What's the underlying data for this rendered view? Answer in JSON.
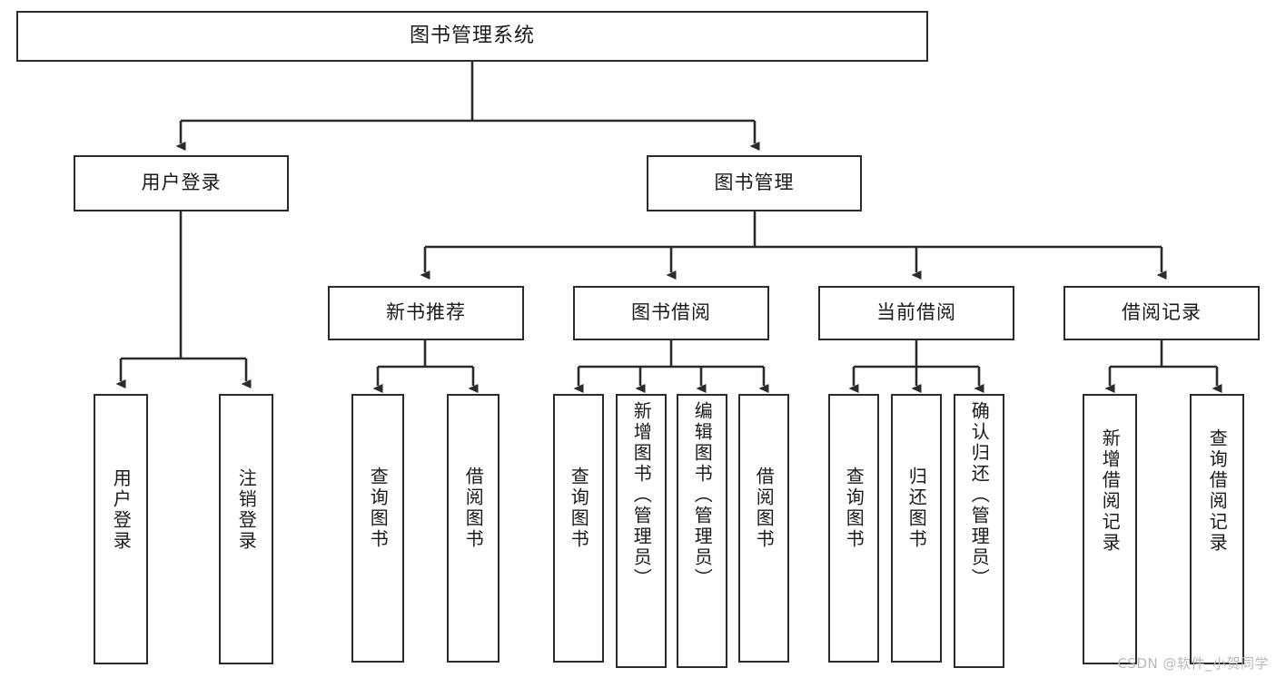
{
  "diagram": {
    "type": "tree",
    "title": "图书管理系统",
    "orientation": "top-down",
    "colors": {
      "box_border": "#2b2b2b",
      "box_fill": "#ffffff",
      "edge": "#2b2b2b",
      "text": "#1a1a1a",
      "watermark": "#b9b9b9",
      "background": "#ffffff"
    }
  },
  "nodes": {
    "root": {
      "label": "图书管理系统"
    },
    "level2": [
      {
        "id": "user-login",
        "label": "用户登录"
      },
      {
        "id": "book-manage",
        "label": "图书管理"
      }
    ],
    "level3": [
      {
        "id": "new-book-recommend",
        "label": "新书推荐"
      },
      {
        "id": "book-borrow",
        "label": "图书借阅"
      },
      {
        "id": "current-borrow",
        "label": "当前借阅"
      },
      {
        "id": "borrow-record",
        "label": "借阅记录"
      }
    ],
    "leaves": [
      {
        "id": "leaf-user-login",
        "parent": "user-login",
        "label": "用户登录"
      },
      {
        "id": "leaf-logout",
        "parent": "user-login",
        "label": "注销登录"
      },
      {
        "id": "leaf-query-book-1",
        "parent": "new-book-recommend",
        "label": "查询图书"
      },
      {
        "id": "leaf-borrow-book-1",
        "parent": "new-book-recommend",
        "label": "借阅图书"
      },
      {
        "id": "leaf-query-book-2",
        "parent": "book-borrow",
        "label": "查询图书"
      },
      {
        "id": "leaf-add-book",
        "parent": "book-borrow",
        "label": "新增图书（管理员）"
      },
      {
        "id": "leaf-edit-book",
        "parent": "book-borrow",
        "label": "编辑图书（管理员）"
      },
      {
        "id": "leaf-borrow-book-2",
        "parent": "book-borrow",
        "label": "借阅图书"
      },
      {
        "id": "leaf-query-book-3",
        "parent": "current-borrow",
        "label": "查询图书"
      },
      {
        "id": "leaf-return-book",
        "parent": "current-borrow",
        "label": "归还图书"
      },
      {
        "id": "leaf-confirm-return",
        "parent": "current-borrow",
        "label": "确认归还（管理员）"
      },
      {
        "id": "leaf-add-record",
        "parent": "borrow-record",
        "label": "新增借阅记录"
      },
      {
        "id": "leaf-query-record",
        "parent": "borrow-record",
        "label": "查询借阅记录"
      }
    ]
  },
  "watermark": {
    "text": "CSDN @软件_小贺同学"
  }
}
